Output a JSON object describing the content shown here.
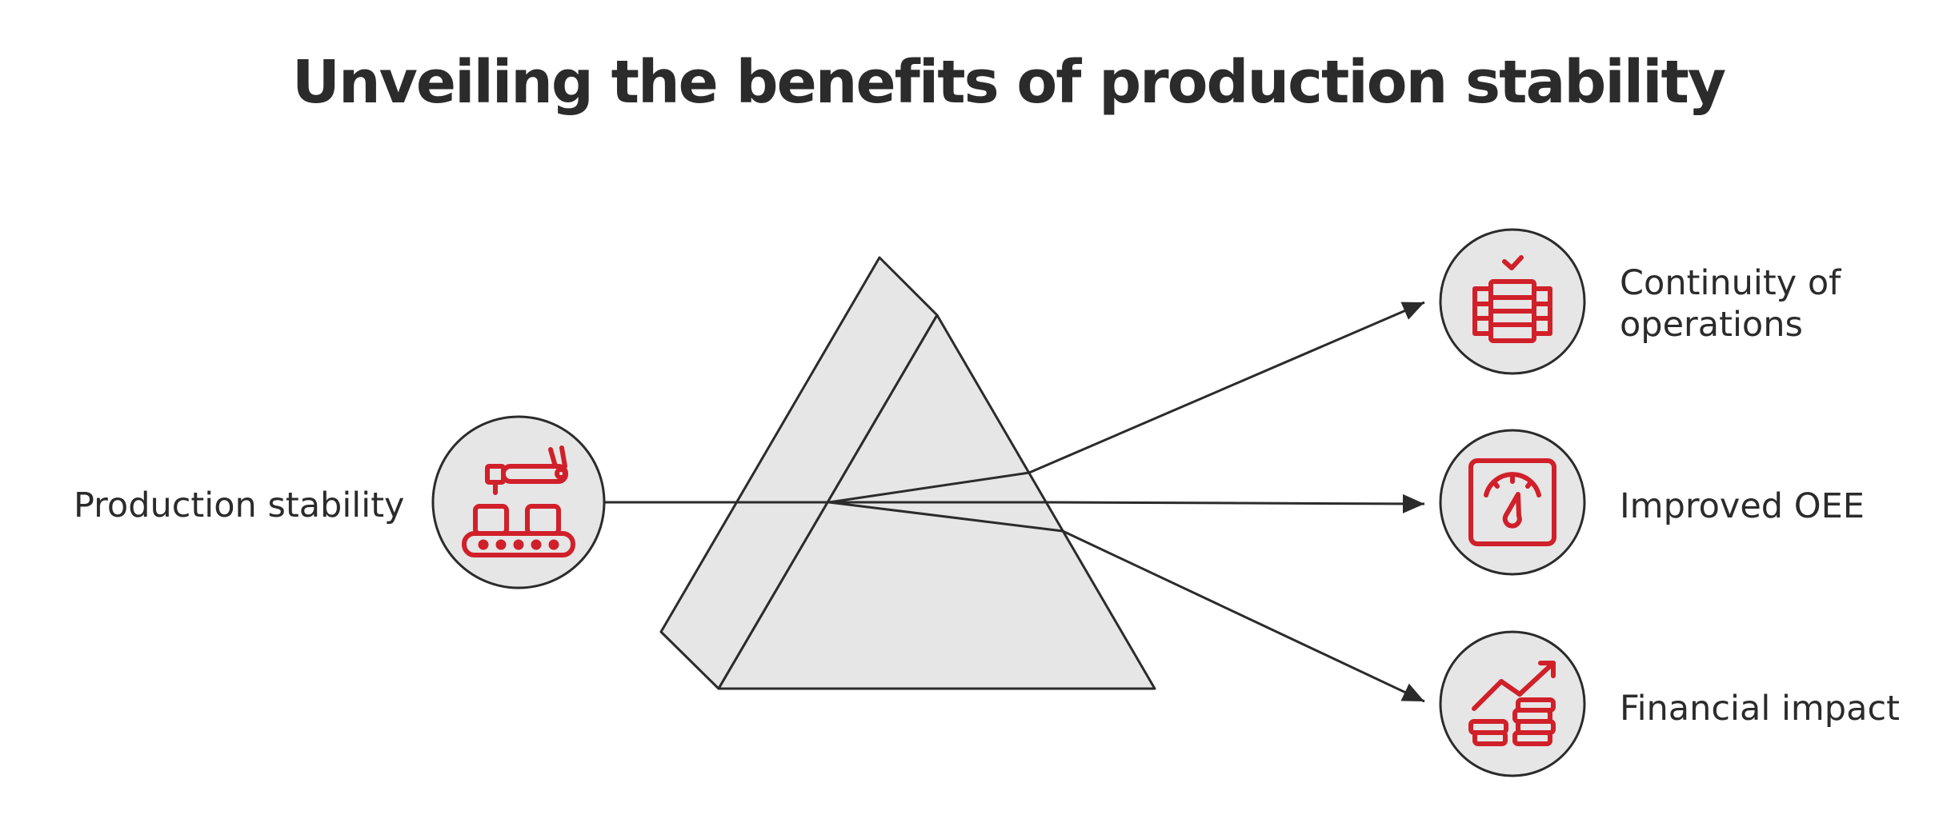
{
  "title": "Unveiling the benefits of production stability",
  "input": {
    "label": "Production stability",
    "icon": "conveyor-robot-icon"
  },
  "outputs": [
    {
      "label": "Continuity of operations",
      "icon": "server-stack-check-icon"
    },
    {
      "label": "Improved OEE",
      "icon": "gauge-icon"
    },
    {
      "label": "Financial impact",
      "icon": "coins-growth-icon"
    }
  ],
  "colors": {
    "accent": "#d0202a",
    "outline": "#2b2b2b",
    "fill": "#e6e6e6",
    "background": "#ffffff"
  }
}
